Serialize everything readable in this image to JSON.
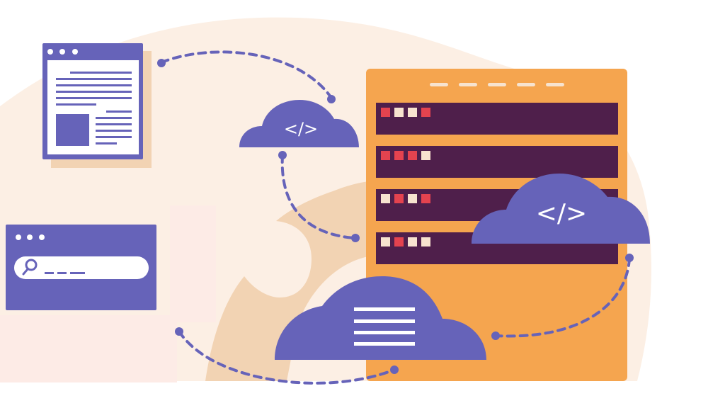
{
  "illustration": {
    "subject": "cloud server hosting",
    "colors": {
      "background": "#ffffff",
      "blob": "#fcefe4",
      "gear": "#f2d3b3",
      "purple": "#6663b9",
      "orange": "#f5a54f",
      "rack": "#4f1f4b",
      "led_red": "#e4434f",
      "led_cream": "#f7e3cf",
      "white": "#ffffff"
    },
    "document_window": {
      "dots": 3
    },
    "search_window": {
      "dots": 3,
      "search_placeholder": "___"
    },
    "server": {
      "top_slots": 5,
      "units": [
        {
          "leds": [
            "red",
            "cream",
            "cream",
            "red"
          ]
        },
        {
          "leds": [
            "red",
            "red",
            "red",
            "cream"
          ]
        },
        {
          "leds": [
            "cream",
            "red",
            "cream",
            "red"
          ]
        },
        {
          "leds": [
            "cream",
            "red",
            "cream",
            "cream"
          ]
        }
      ]
    },
    "clouds": [
      {
        "name": "small-code-cloud",
        "glyph": "</>"
      },
      {
        "name": "large-code-cloud",
        "glyph": "</>"
      },
      {
        "name": "document-cloud",
        "glyph": "lines"
      }
    ]
  }
}
